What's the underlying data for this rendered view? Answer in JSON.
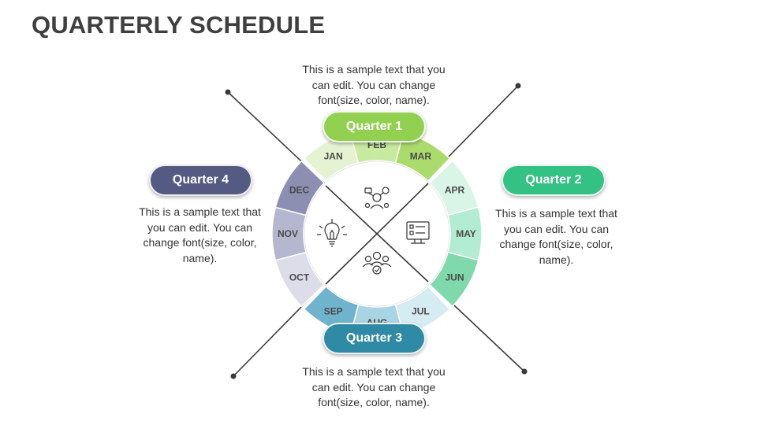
{
  "title": "QUARTERLY SCHEDULE",
  "quarters": [
    {
      "label": "Quarter 1",
      "color": "#92d050",
      "text": "This is a sample text that you can edit. You can change font(size, color, name).",
      "months": [
        "JAN",
        "FEB",
        "MAR"
      ],
      "icon": "people-network-icon"
    },
    {
      "label": "Quarter 2",
      "color": "#33c184",
      "text": "This is a sample text that you can edit. You can change font(size, color, name).",
      "months": [
        "APR",
        "MAY",
        "JUN"
      ],
      "icon": "monitor-checklist-icon"
    },
    {
      "label": "Quarter 3",
      "color": "#2f8aa5",
      "text": "This is a sample text that you can edit. You can change font(size, color, name).",
      "months": [
        "JUL",
        "AUG",
        "SEP"
      ],
      "icon": "team-icon"
    },
    {
      "label": "Quarter 4",
      "color": "#545a82",
      "text": "This is a sample text that you can edit. You can change font(size, color, name).",
      "months": [
        "OCT",
        "NOV",
        "DEC"
      ],
      "icon": "lightbulb-icon"
    }
  ],
  "segment_colors": {
    "JAN": "#e4f4d3",
    "FEB": "#c8ea9f",
    "MAR": "#aadb6c",
    "APR": "#d9f5e8",
    "MAY": "#b2ecd2",
    "JUN": "#7fd9ad",
    "JUL": "#d6ecf3",
    "AUG": "#a9d4e4",
    "SEP": "#6fb3cd",
    "OCT": "#dcdde8",
    "NOV": "#b5b7cf",
    "DEC": "#8c8fb1"
  }
}
